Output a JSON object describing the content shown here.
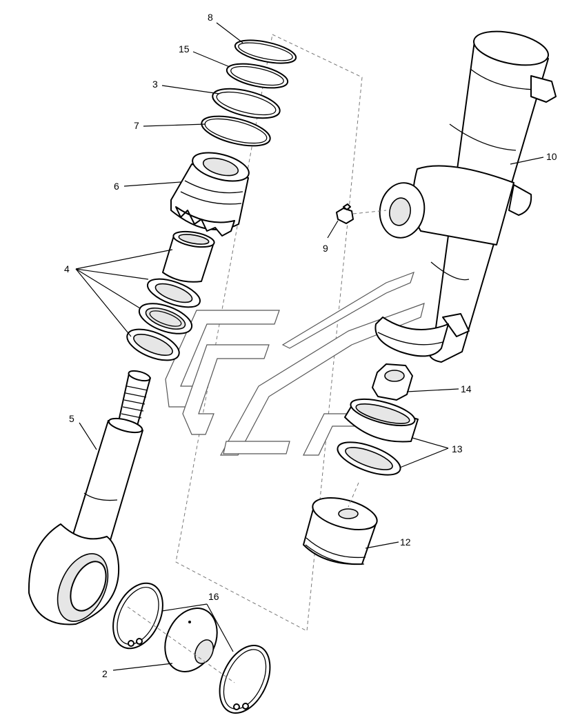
{
  "labels": {
    "l8": "8",
    "l15": "15",
    "l3": "3",
    "l7": "7",
    "l6": "6",
    "l4": "4",
    "l5": "5",
    "l10": "10",
    "l9": "9",
    "l14": "14",
    "l13": "13",
    "l12": "12",
    "l16": "16",
    "l2": "2"
  }
}
